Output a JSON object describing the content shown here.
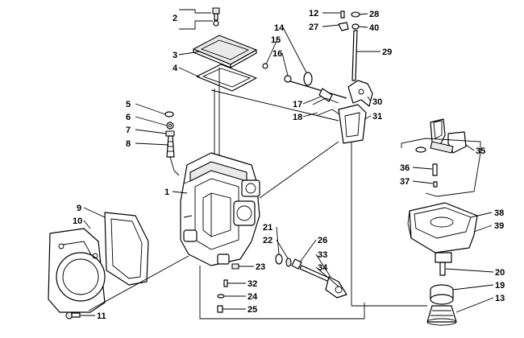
{
  "diagram": {
    "callouts": [
      {
        "id": "c2",
        "label": "2"
      },
      {
        "id": "c3",
        "label": "3"
      },
      {
        "id": "c4",
        "label": "4"
      },
      {
        "id": "c5",
        "label": "5"
      },
      {
        "id": "c6",
        "label": "6"
      },
      {
        "id": "c7",
        "label": "7"
      },
      {
        "id": "c8",
        "label": "8"
      },
      {
        "id": "c1",
        "label": "1"
      },
      {
        "id": "c9",
        "label": "9"
      },
      {
        "id": "c10",
        "label": "10"
      },
      {
        "id": "c11",
        "label": "11"
      },
      {
        "id": "c12",
        "label": "12"
      },
      {
        "id": "c27",
        "label": "27"
      },
      {
        "id": "c28",
        "label": "28"
      },
      {
        "id": "c40",
        "label": "40"
      },
      {
        "id": "c14",
        "label": "14"
      },
      {
        "id": "c15",
        "label": "15"
      },
      {
        "id": "c16",
        "label": "16"
      },
      {
        "id": "c29",
        "label": "29"
      },
      {
        "id": "c17",
        "label": "17"
      },
      {
        "id": "c18",
        "label": "18"
      },
      {
        "id": "c30",
        "label": "30"
      },
      {
        "id": "c31",
        "label": "31"
      },
      {
        "id": "c35",
        "label": "35"
      },
      {
        "id": "c36",
        "label": "36"
      },
      {
        "id": "c37",
        "label": "37"
      },
      {
        "id": "c38",
        "label": "38"
      },
      {
        "id": "c39",
        "label": "39"
      },
      {
        "id": "c21",
        "label": "21"
      },
      {
        "id": "c22",
        "label": "22"
      },
      {
        "id": "c26",
        "label": "26"
      },
      {
        "id": "c33",
        "label": "33"
      },
      {
        "id": "c34",
        "label": "34"
      },
      {
        "id": "c23",
        "label": "23"
      },
      {
        "id": "c32",
        "label": "32"
      },
      {
        "id": "c24",
        "label": "24"
      },
      {
        "id": "c25",
        "label": "25"
      },
      {
        "id": "c20",
        "label": "20"
      },
      {
        "id": "c19",
        "label": "19"
      },
      {
        "id": "c13",
        "label": "13"
      }
    ]
  }
}
